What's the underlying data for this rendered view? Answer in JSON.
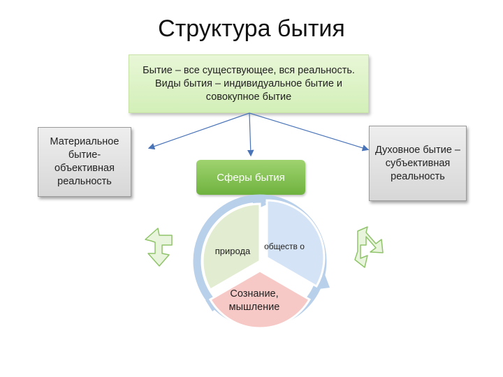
{
  "title": "Структура бытия",
  "definition": "Бытие – все существующее, вся реальность. Виды бытия – индивидуальное бытие и совокупное бытие",
  "left_box": "Материальное бытие-объективная реальность",
  "right_box": "Духовное бытие – субъективная реальность",
  "center_box": "Сферы бытия",
  "cycle": {
    "nature": "природа",
    "society": "обществ о",
    "consciousness": "Сознание, мышление"
  },
  "colors": {
    "definition_bg": "#dff3c9",
    "spheres_bg": "#82c050",
    "side_bg": "#e2e2e2",
    "nature_fill": "#e2ecd0",
    "society_fill": "#d4e3f6",
    "consciousness_fill": "#f6c9c6",
    "ring": "#b9d0ea",
    "connector": "#4a74b8"
  }
}
